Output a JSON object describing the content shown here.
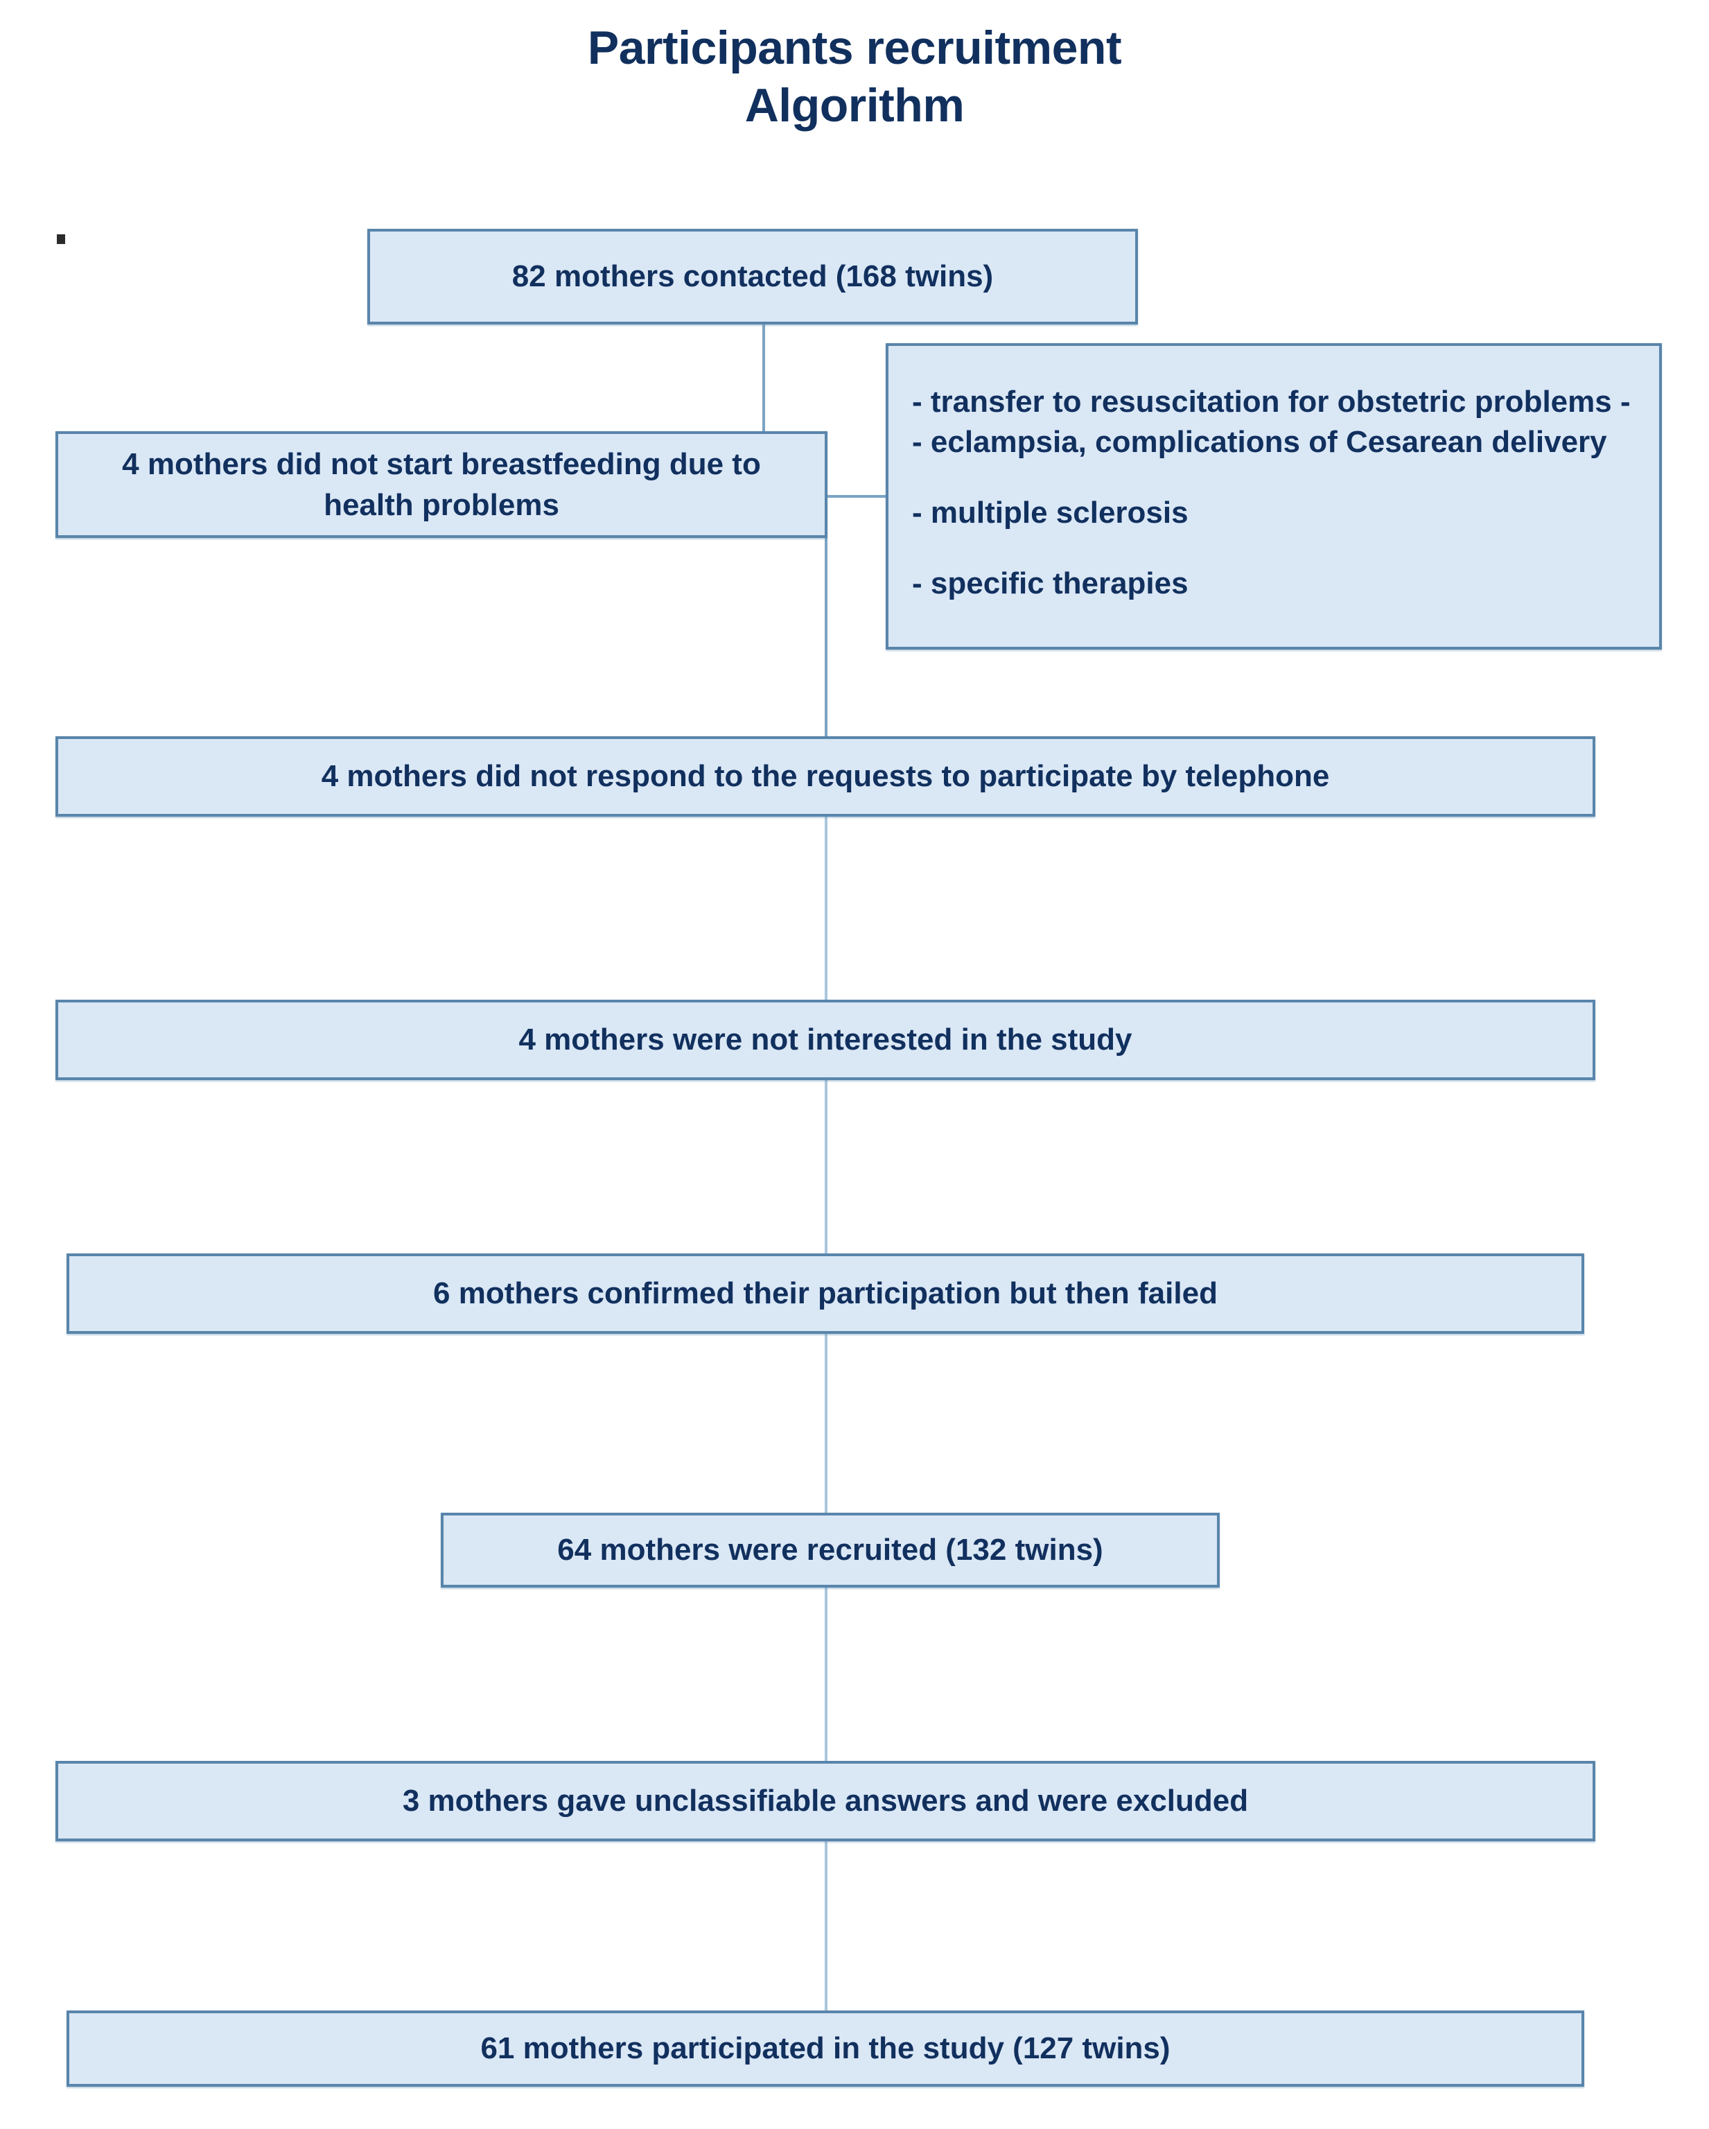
{
  "title": {
    "line1": "Participants recruitment",
    "line2": "Algorithm"
  },
  "colors": {
    "title_text": "#11305e",
    "box_fill": "#dae7f5",
    "box_border": "#5985ab",
    "connector": "#7ba4c4",
    "body_text": "#11305e"
  },
  "nodes": {
    "contacted": "82 mothers contacted (168 twins)",
    "not_breastfeeding": "4 mothers did not start breastfeeding due to health problems",
    "reasons": [
      "- transfer to resuscitation for obstetric problems -- eclampsia, complications of Cesarean delivery",
      " - multiple sclerosis",
      "- specific therapies"
    ],
    "no_response": "4 mothers did not respond to the requests to participate by telephone",
    "not_interested": "4 mothers were not interested in the study",
    "confirmed_then_failed": "6 mothers confirmed their participation but then failed",
    "recruited": "64 mothers were recruited (132 twins)",
    "unclassifiable": "3 mothers gave unclassifiable answers and were excluded",
    "participated": "61 mothers participated in the study (127 twins)"
  },
  "chart_data": {
    "type": "flowchart",
    "title": "Participants recruitment Algorithm",
    "stages": [
      {
        "label": "82 mothers contacted (168 twins)",
        "mothers": 82,
        "twins": 168,
        "kind": "enrolled"
      },
      {
        "label": "4 mothers did not start breastfeeding due to health problems",
        "mothers": 4,
        "kind": "excluded"
      },
      {
        "label": "4 mothers did not respond to the requests to participate by telephone",
        "mothers": 4,
        "kind": "excluded"
      },
      {
        "label": "4 mothers were not interested in the study",
        "mothers": 4,
        "kind": "excluded"
      },
      {
        "label": "6 mothers confirmed their participation but then failed",
        "mothers": 6,
        "kind": "excluded"
      },
      {
        "label": "64 mothers were recruited (132 twins)",
        "mothers": 64,
        "twins": 132,
        "kind": "enrolled"
      },
      {
        "label": "3 mothers gave unclassifiable answers and were excluded",
        "mothers": 3,
        "kind": "excluded"
      },
      {
        "label": "61 mothers participated in the study (127 twins)",
        "mothers": 61,
        "twins": 127,
        "kind": "enrolled"
      }
    ],
    "annotations": [
      "- transfer to resuscitation for obstetric problems -- eclampsia, complications of Cesarean delivery",
      " - multiple sclerosis",
      "- specific therapies"
    ]
  }
}
